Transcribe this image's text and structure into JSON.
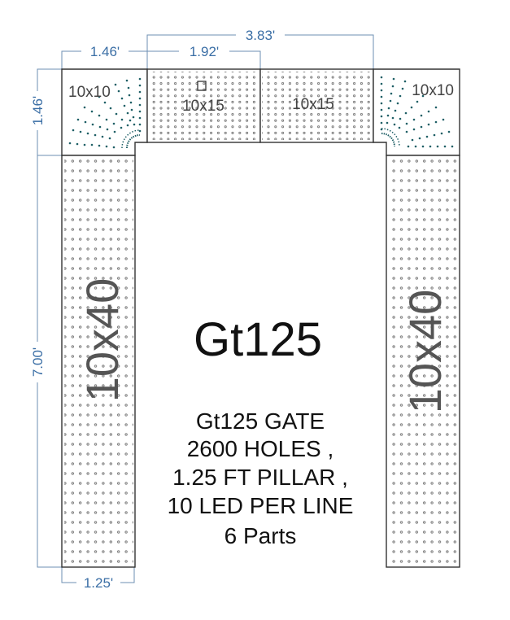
{
  "diagram": {
    "title": "Gt125",
    "description_lines": [
      "Gt125 GATE",
      "2600 HOLES ,",
      "1.25 FT PILLAR ,",
      "10 LED PER LINE",
      "6 Parts"
    ],
    "dimensions": {
      "top_total": "3.83'",
      "corner_width": "1.46'",
      "top_panel_width": "1.92'",
      "corner_height": "1.46'",
      "pillar_height": "7.00'",
      "pillar_width": "1.25'"
    },
    "panels": {
      "top_left_corner": "10x10",
      "top_middle_left": "10x15",
      "top_middle_right": "10x15",
      "top_right_corner": "10x10",
      "left_pillar": "10x40",
      "right_pillar": "10x40"
    },
    "colors": {
      "dimension": "#3a6ea5",
      "dimension_line": "#6d8fb3",
      "panel_outline": "#333333",
      "hole": "#555555",
      "radial_hole": "#1f5f66"
    }
  }
}
